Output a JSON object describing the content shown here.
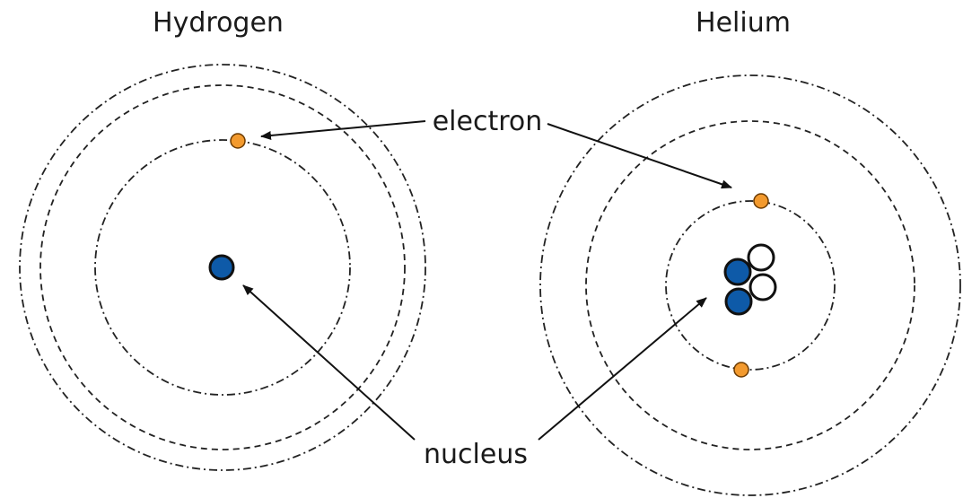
{
  "labels": {
    "hydrogen": "Hydrogen",
    "helium": "Helium",
    "electron": "electron",
    "nucleus": "nucleus"
  },
  "colors": {
    "proton": "#0e5aa8",
    "neutron": "#ffffff",
    "electron": "#f39a2e",
    "stroke": "#111111"
  }
}
